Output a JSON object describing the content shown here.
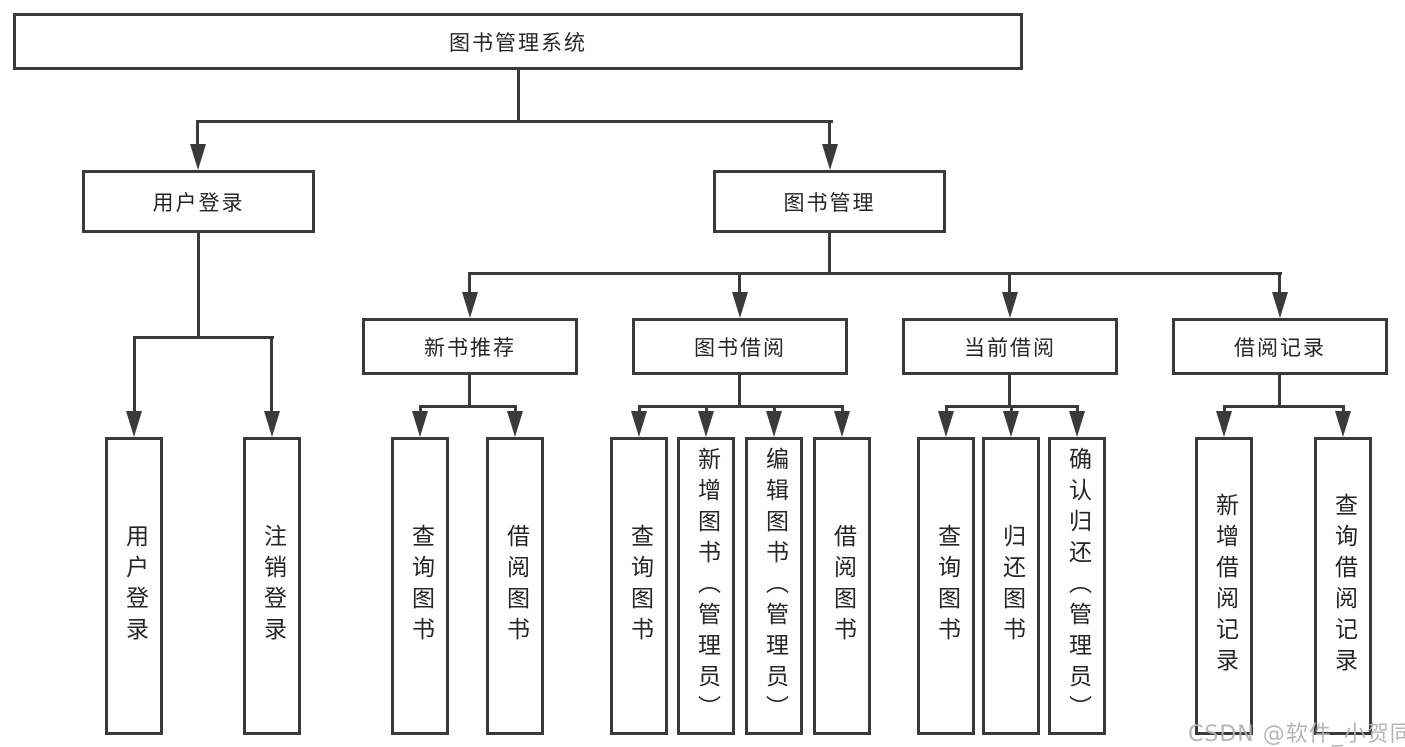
{
  "root": {
    "label": "图书管理系统"
  },
  "level2": [
    {
      "label": "用户登录"
    },
    {
      "label": "图书管理"
    }
  ],
  "level3": [
    {
      "label": "新书推荐"
    },
    {
      "label": "图书借阅"
    },
    {
      "label": "当前借阅"
    },
    {
      "label": "借阅记录"
    }
  ],
  "leaves": [
    {
      "label": "用户登录"
    },
    {
      "label": "注销登录"
    },
    {
      "label": "查询图书"
    },
    {
      "label": "借阅图书"
    },
    {
      "label": "查询图书"
    },
    {
      "label": "新增图书（管理员）"
    },
    {
      "label": "编辑图书（管理员）"
    },
    {
      "label": "借阅图书"
    },
    {
      "label": "查询图书"
    },
    {
      "label": "归还图书"
    },
    {
      "label": "确认归还（管理员）"
    },
    {
      "label": "新增借阅记录"
    },
    {
      "label": "查询借阅记录"
    }
  ],
  "hierarchy": {
    "图书管理系统": [
      "用户登录",
      "图书管理"
    ],
    "用户登录": [
      "用户登录",
      "注销登录"
    ],
    "图书管理": [
      "新书推荐",
      "图书借阅",
      "当前借阅",
      "借阅记录"
    ],
    "新书推荐": [
      "查询图书",
      "借阅图书"
    ],
    "图书借阅": [
      "查询图书",
      "新增图书（管理员）",
      "编辑图书（管理员）",
      "借阅图书"
    ],
    "当前借阅": [
      "查询图书",
      "归还图书",
      "确认归还（管理员）"
    ],
    "借阅记录": [
      "新增借阅记录",
      "查询借阅记录"
    ]
  },
  "watermark": {
    "text": "CSDN @软件_小贺同学"
  },
  "colors": {
    "line": "#3a3a3a",
    "text": "#262626",
    "watermark": "#b0b0b0",
    "background": "#ffffff"
  }
}
